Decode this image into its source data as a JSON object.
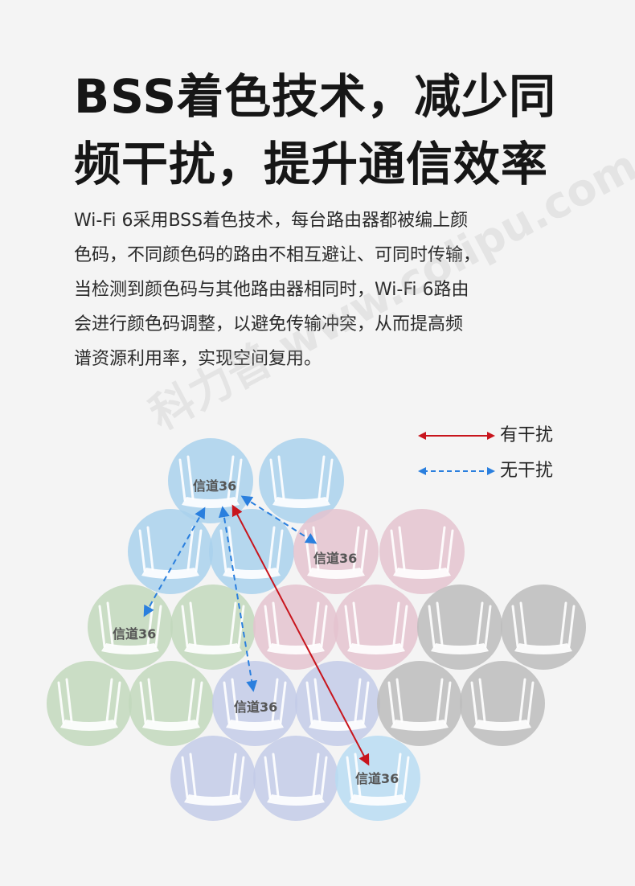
{
  "title": {
    "line1": "BSS着色技术，减少同",
    "line2": "频干扰，提升通信效率"
  },
  "description": {
    "lines": [
      "Wi-Fi 6采用BSS着色技术，每台路由器都被编上颜",
      "色码，不同颜色码的路由不相互避让、可同时传输，",
      "当检测到颜色码与其他路由器相同时，Wi-Fi 6路由",
      "会进行颜色码调整，以避免传输冲突，从而提高频",
      "谱资源利用率，实现空间复用。"
    ]
  },
  "legend": {
    "interference": "有干扰",
    "no_interference": "无干扰",
    "interference_color": "#c8151d",
    "no_interference_color": "#2a7fde"
  },
  "watermark": "科力普 www.colipu.com",
  "colors": {
    "blue": "#a9d1ec",
    "pink": "#e4c3cf",
    "green": "#c2d8bc",
    "gray": "#bcbcbc",
    "lavender": "#c3cbe8",
    "lightblue": "#b9dcf2"
  },
  "routers": [
    {
      "color": "blue",
      "label": "信道36"
    },
    {
      "color": "blue",
      "label": ""
    },
    {
      "color": "blue",
      "label": ""
    },
    {
      "color": "blue",
      "label": ""
    },
    {
      "color": "pink",
      "label": "信道36"
    },
    {
      "color": "pink",
      "label": ""
    },
    {
      "color": "green",
      "label": "信道36"
    },
    {
      "color": "green",
      "label": ""
    },
    {
      "color": "pink",
      "label": ""
    },
    {
      "color": "pink",
      "label": ""
    },
    {
      "color": "gray",
      "label": ""
    },
    {
      "color": "gray",
      "label": ""
    },
    {
      "color": "green",
      "label": ""
    },
    {
      "color": "green",
      "label": ""
    },
    {
      "color": "lavender",
      "label": "信道36"
    },
    {
      "color": "lavender",
      "label": ""
    },
    {
      "color": "gray",
      "label": ""
    },
    {
      "color": "gray",
      "label": ""
    },
    {
      "color": "lavender",
      "label": ""
    },
    {
      "color": "lavender",
      "label": ""
    },
    {
      "color": "lightblue",
      "label": "信道36"
    }
  ]
}
